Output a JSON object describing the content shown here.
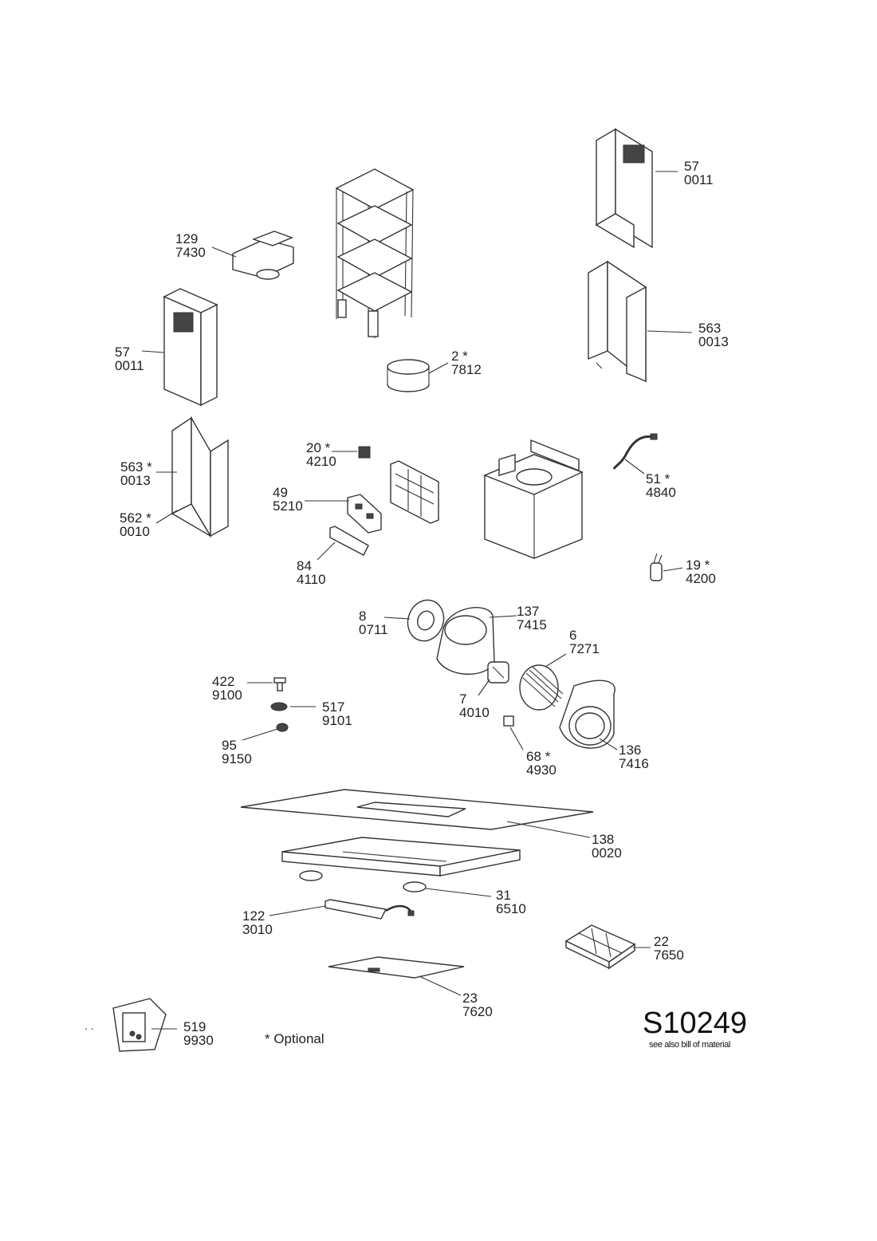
{
  "parts": [
    {
      "num": "57",
      "code": "0011"
    },
    {
      "num": "129",
      "code": "7430"
    },
    {
      "num": "57",
      "code": "0011"
    },
    {
      "num": "563",
      "code": "0013"
    },
    {
      "num": "2 *",
      "code": "7812"
    },
    {
      "num": "563 *",
      "code": "0013"
    },
    {
      "num": "562 *",
      "code": "0010"
    },
    {
      "num": "20 *",
      "code": "4210"
    },
    {
      "num": "49",
      "code": "5210"
    },
    {
      "num": "84",
      "code": "4110"
    },
    {
      "num": "51 *",
      "code": "4840"
    },
    {
      "num": "19 *",
      "code": "4200"
    },
    {
      "num": "8",
      "code": "0711"
    },
    {
      "num": "137",
      "code": "7415"
    },
    {
      "num": "6",
      "code": "7271"
    },
    {
      "num": "422",
      "code": "9100"
    },
    {
      "num": "517",
      "code": "9101"
    },
    {
      "num": "95",
      "code": "9150"
    },
    {
      "num": "7",
      "code": "4010"
    },
    {
      "num": "68 *",
      "code": "4930"
    },
    {
      "num": "136",
      "code": "7416"
    },
    {
      "num": "138",
      "code": "0020"
    },
    {
      "num": "31",
      "code": "6510"
    },
    {
      "num": "122",
      "code": "3010"
    },
    {
      "num": "22",
      "code": "7650"
    },
    {
      "num": "23",
      "code": "7620"
    },
    {
      "num": "519",
      "code": "9930"
    }
  ],
  "footer": {
    "optional_note": "* Optional",
    "drawing_number": "S10249",
    "drawing_subtitle": "see also bill of material",
    "stray_marks": ". ."
  }
}
